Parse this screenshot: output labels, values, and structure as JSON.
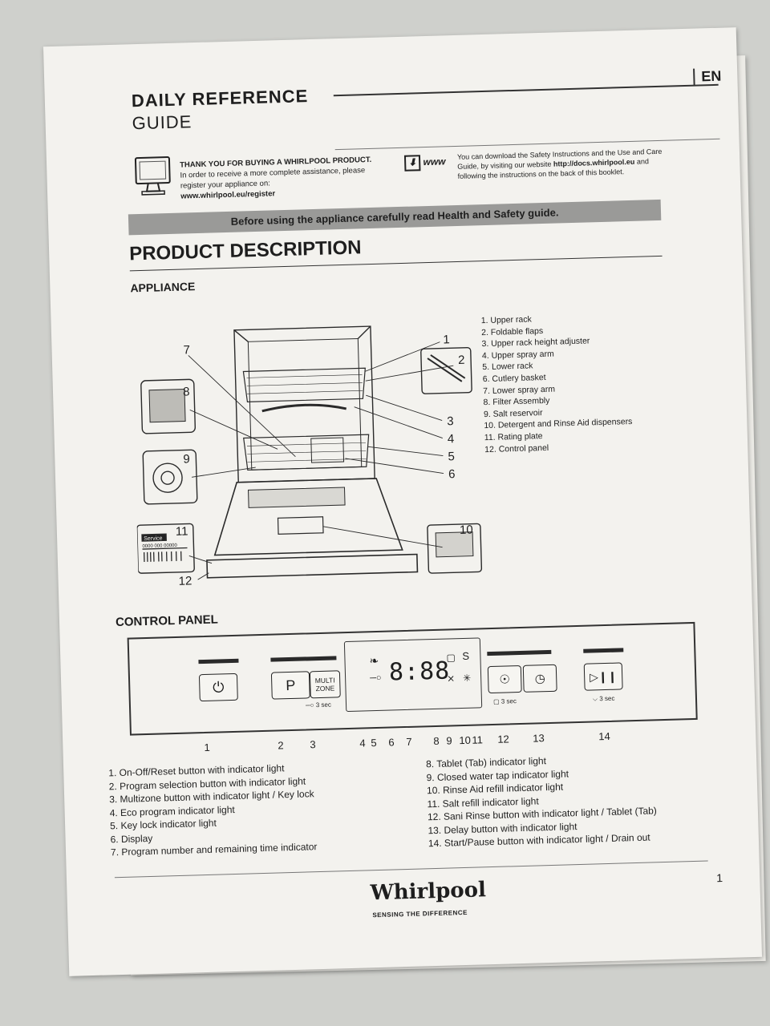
{
  "header": {
    "title_line1": "DAILY REFERENCE",
    "title_line2": "GUIDE",
    "language": "EN"
  },
  "intro": {
    "thanks_title": "THANK YOU FOR BUYING A WHIRLPOOL PRODUCT.",
    "thanks_body": "In order to receive a more complete assistance, please register your appliance on:",
    "register_url": "www.whirlpool.eu/register",
    "download_icon_label": "www",
    "download_text": "You can download the Safety Instructions and the Use and Care Guide, by visiting our website",
    "download_url": "http://docs.whirlpool.eu",
    "download_text_end": "and following the instructions on the back of this booklet."
  },
  "banner": "Before using the appliance carefully read Health and Safety guide.",
  "product_description": {
    "heading": "PRODUCT DESCRIPTION",
    "appliance_heading": "APPLIANCE",
    "callouts": [
      "1",
      "2",
      "3",
      "4",
      "5",
      "6",
      "7",
      "8",
      "9",
      "10",
      "11",
      "12"
    ],
    "rating_plate_text": "Service",
    "rating_plate_number": "0000 000 00000",
    "parts": [
      "1. Upper rack",
      "2. Foldable flaps",
      "3. Upper rack height adjuster",
      "4. Upper spray arm",
      "5. Lower rack",
      "6. Cutlery basket",
      "7. Lower spray arm",
      "8. Filter Assembly",
      "9. Salt reservoir",
      "10. Detergent and Rinse Aid dispensers",
      "11. Rating plate",
      "12. Control panel"
    ]
  },
  "control_panel": {
    "heading": "CONTROL PANEL",
    "program_button": "P",
    "multizone_line1": "MULTI",
    "multizone_line2": "ZONE",
    "keylock_hint": "3 sec",
    "display_digits": "8:88",
    "tablet_hint": "3 sec",
    "drain_hint": "3 sec",
    "numbers": [
      "1",
      "2",
      "3",
      "4",
      "5",
      "6",
      "7",
      "8",
      "9",
      "10",
      "11",
      "12",
      "13",
      "14"
    ],
    "items_left": [
      "1.  On-Off/Reset button with indicator light",
      "2.  Program selection button with indicator light",
      "3.  Multizone button with indicator light / Key lock",
      "4.  Eco program indicator light",
      "5.  Key lock indicator light",
      "6.  Display",
      "7.  Program number and remaining time indicator"
    ],
    "items_right": [
      "8.  Tablet (Tab) indicator light",
      "9.  Closed water tap indicator light",
      "10. Rinse Aid refill indicator light",
      "11. Salt refill indicator light",
      "12. Sani Rinse button with indicator light / Tablet (Tab)",
      "13. Delay button with indicator light",
      "14. Start/Pause button with indicator light / Drain out"
    ]
  },
  "footer": {
    "brand": "Whirlpool",
    "tagline": "SENSING THE DIFFERENCE",
    "page_number": "1"
  }
}
